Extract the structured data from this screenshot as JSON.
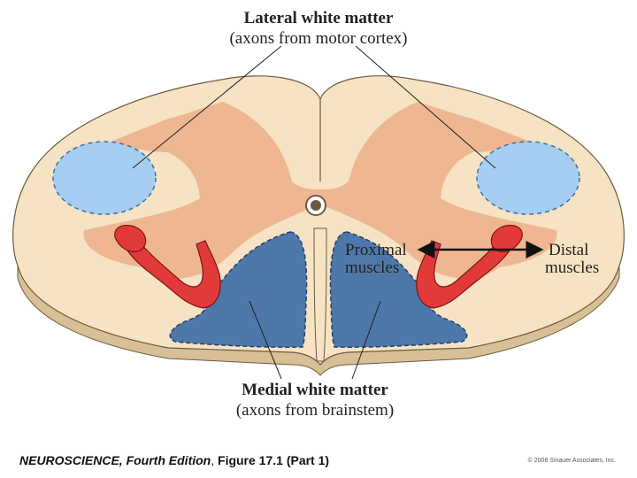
{
  "labels": {
    "lateral_title": "Lateral white matter",
    "lateral_sub": "(axons from motor cortex)",
    "medial_title": "Medial white matter",
    "medial_sub": "(axons from brainstem)",
    "proximal_1": "Proximal",
    "proximal_2": "muscles",
    "distal_1": "Distal",
    "distal_2": "muscles"
  },
  "caption": {
    "book": "NEUROSCIENCE,",
    "edition": "Fourth Edition",
    "figure": "Figure 17.1 (Part 1)"
  },
  "copyright": "© 2008 Sinauer Associates, Inc.",
  "colors": {
    "white_matter": "#f5e3c3",
    "gray_matter": "#eeb48e",
    "lateral_tract": "#a6cef2",
    "medial_tract": "#4e78aa",
    "arm": "#e23a3a"
  }
}
